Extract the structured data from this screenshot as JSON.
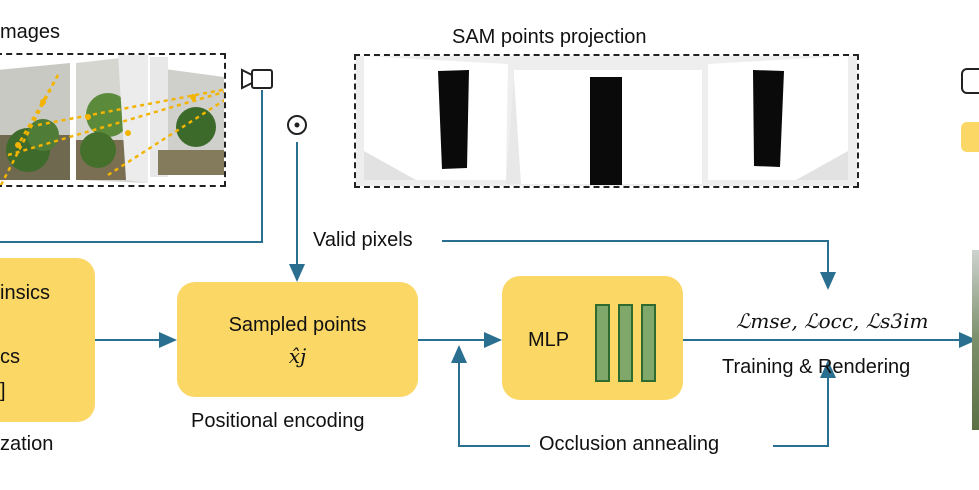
{
  "labels": {
    "images_title": "mages",
    "sam_title": "SAM points projection",
    "valid_pixels": "Valid pixels",
    "box_left_line1": "insics",
    "box_left_line2": "cs",
    "box_left_line3": "]",
    "box_left_caption": "zation",
    "sampled_points": "Sampled points",
    "sampled_points_symbol": "x̂j",
    "positional_encoding": "Positional encoding",
    "mlp": "MLP",
    "loss_terms": "ℒmse, ℒocc, ℒs3im",
    "training_rendering": "Training & Rendering",
    "occlusion_annealing": "Occlusion annealing"
  },
  "colors": {
    "box_fill": "#fbd766",
    "wire": "#2a6f8f",
    "mlp_bar": "#7fa86a",
    "mlp_bar_border": "#2f6b2f"
  },
  "icons": {
    "camera": "camera-icon",
    "circled_dot": "circled-dot-icon"
  }
}
